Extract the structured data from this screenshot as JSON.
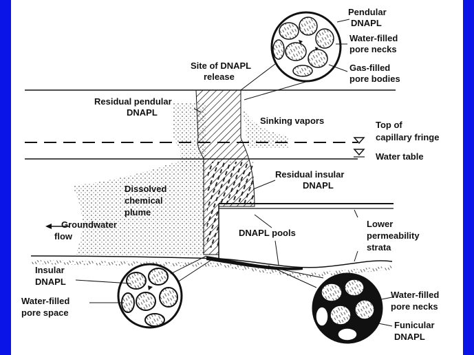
{
  "colors": {
    "frame": "#0a14e6",
    "panel": "#ffffff",
    "ink": "#111111"
  },
  "labels": {
    "pendular_dnapl": [
      "Pendular",
      "DNAPL"
    ],
    "water_filled_necks_top": [
      "Water-filled",
      "pore necks"
    ],
    "gas_filled_bodies": [
      "Gas-filled",
      "pore bodies"
    ],
    "site_release": [
      "Site of DNAPL",
      "release"
    ],
    "residual_pendular": [
      "Residual pendular",
      "DNAPL"
    ],
    "sinking_vapors": [
      "Sinking vapors"
    ],
    "capillary_fringe": [
      "Top of",
      "capillary fringe"
    ],
    "water_table": [
      "Water table"
    ],
    "residual_insular": [
      "Residual insular",
      "DNAPL"
    ],
    "dissolved_plume": [
      "Dissolved",
      "chemical",
      "plume"
    ],
    "groundwater_flow": [
      "Groundwater",
      "flow"
    ],
    "dnapl_pools": [
      "DNAPL pools"
    ],
    "lower_perm": [
      "Lower",
      "permeability",
      "strata"
    ],
    "insular_dnapl": [
      "Insular",
      "DNAPL"
    ],
    "water_filled_space": [
      "Water-filled",
      "pore space"
    ],
    "water_filled_necks_bottom": [
      "Water-filled",
      "pore necks"
    ],
    "funicular_dnapl": [
      "Funicular",
      "DNAPL"
    ]
  }
}
